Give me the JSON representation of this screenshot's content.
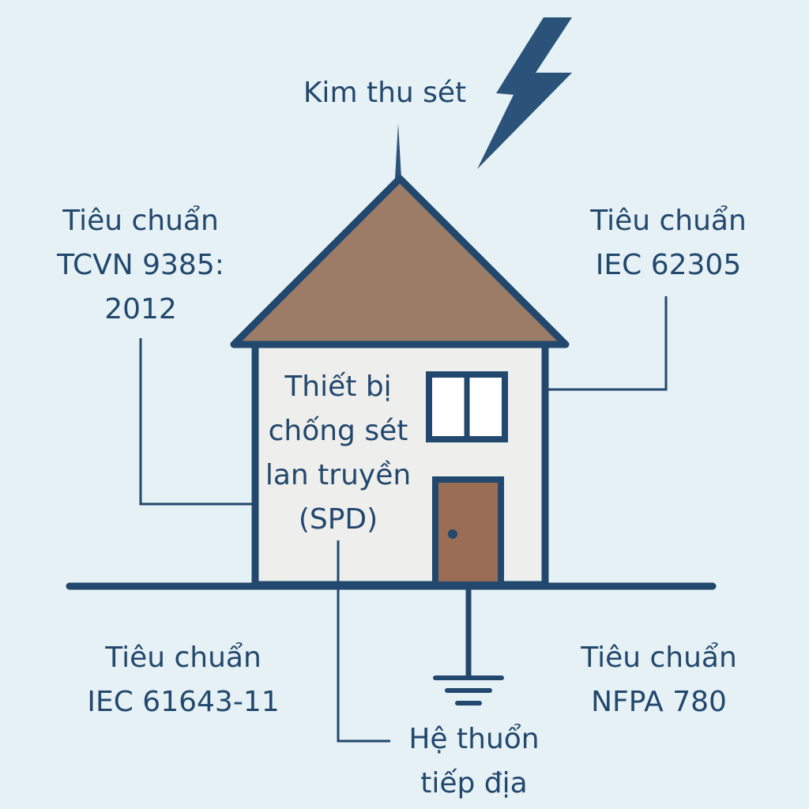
{
  "labels": {
    "lightning_rod": "Kim thu sét",
    "tcvn": [
      "Tiêu chuẩn",
      "TCVN 9385:",
      "2012"
    ],
    "iec62305": [
      "Tiêu chuẩn",
      "IEC 62305"
    ],
    "spd": [
      "Thiết bị",
      "chống sét",
      "lan truyền",
      "(SPD)"
    ],
    "iec61643": [
      "Tiêu chuẩn",
      "IEC 61643-11"
    ],
    "nfpa": [
      "Tiêu chuẩn",
      "NFPA 780"
    ],
    "grounding": [
      "Hệ thuổn",
      "tiếp địa"
    ]
  },
  "icons": {
    "lightning": "lightning-bolt-icon",
    "ground": "ground-symbol-icon"
  },
  "colors": {
    "background": "#e6f1f5",
    "line": "#22486d",
    "roof": "#9c7b67",
    "wall": "#eeeeec",
    "door": "#9a6e55",
    "window": "#ffffff"
  }
}
